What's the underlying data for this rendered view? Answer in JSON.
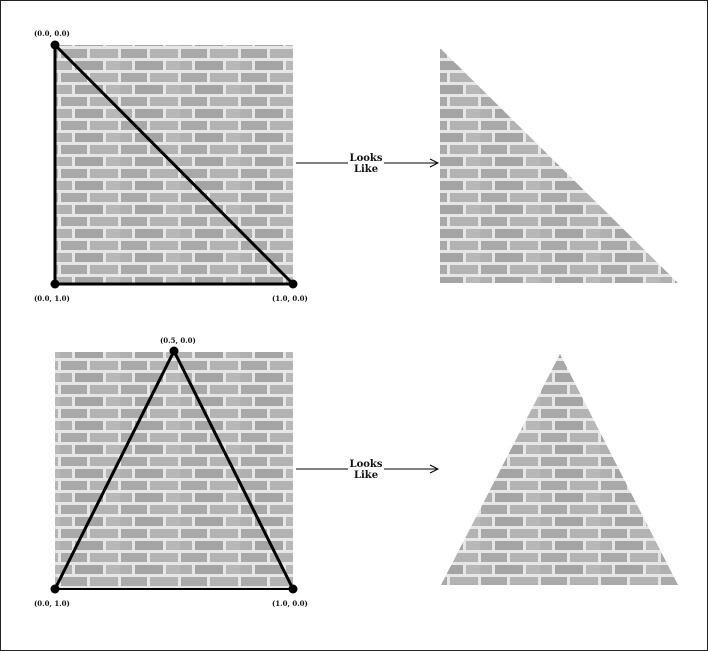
{
  "panels": [
    {
      "label": "Looks\nLike",
      "label_line1": "Looks",
      "label_line2": "Like",
      "points": [
        {
          "label": "(0.0, 0.0)"
        },
        {
          "label": "(0.0, 1.0)"
        },
        {
          "label": "(1.0, 0.0)"
        }
      ]
    },
    {
      "label_line1": "Looks",
      "label_line2": "Like",
      "points": [
        {
          "label": "(0.5, 0.0)"
        },
        {
          "label": "(0.0, 1.0)"
        },
        {
          "label": "(1.0, 0.0)"
        }
      ]
    }
  ],
  "colors": {
    "brick": "#a9a9a9",
    "mortar": "#e6e6e6",
    "line": "#000000",
    "border": "#222222"
  }
}
